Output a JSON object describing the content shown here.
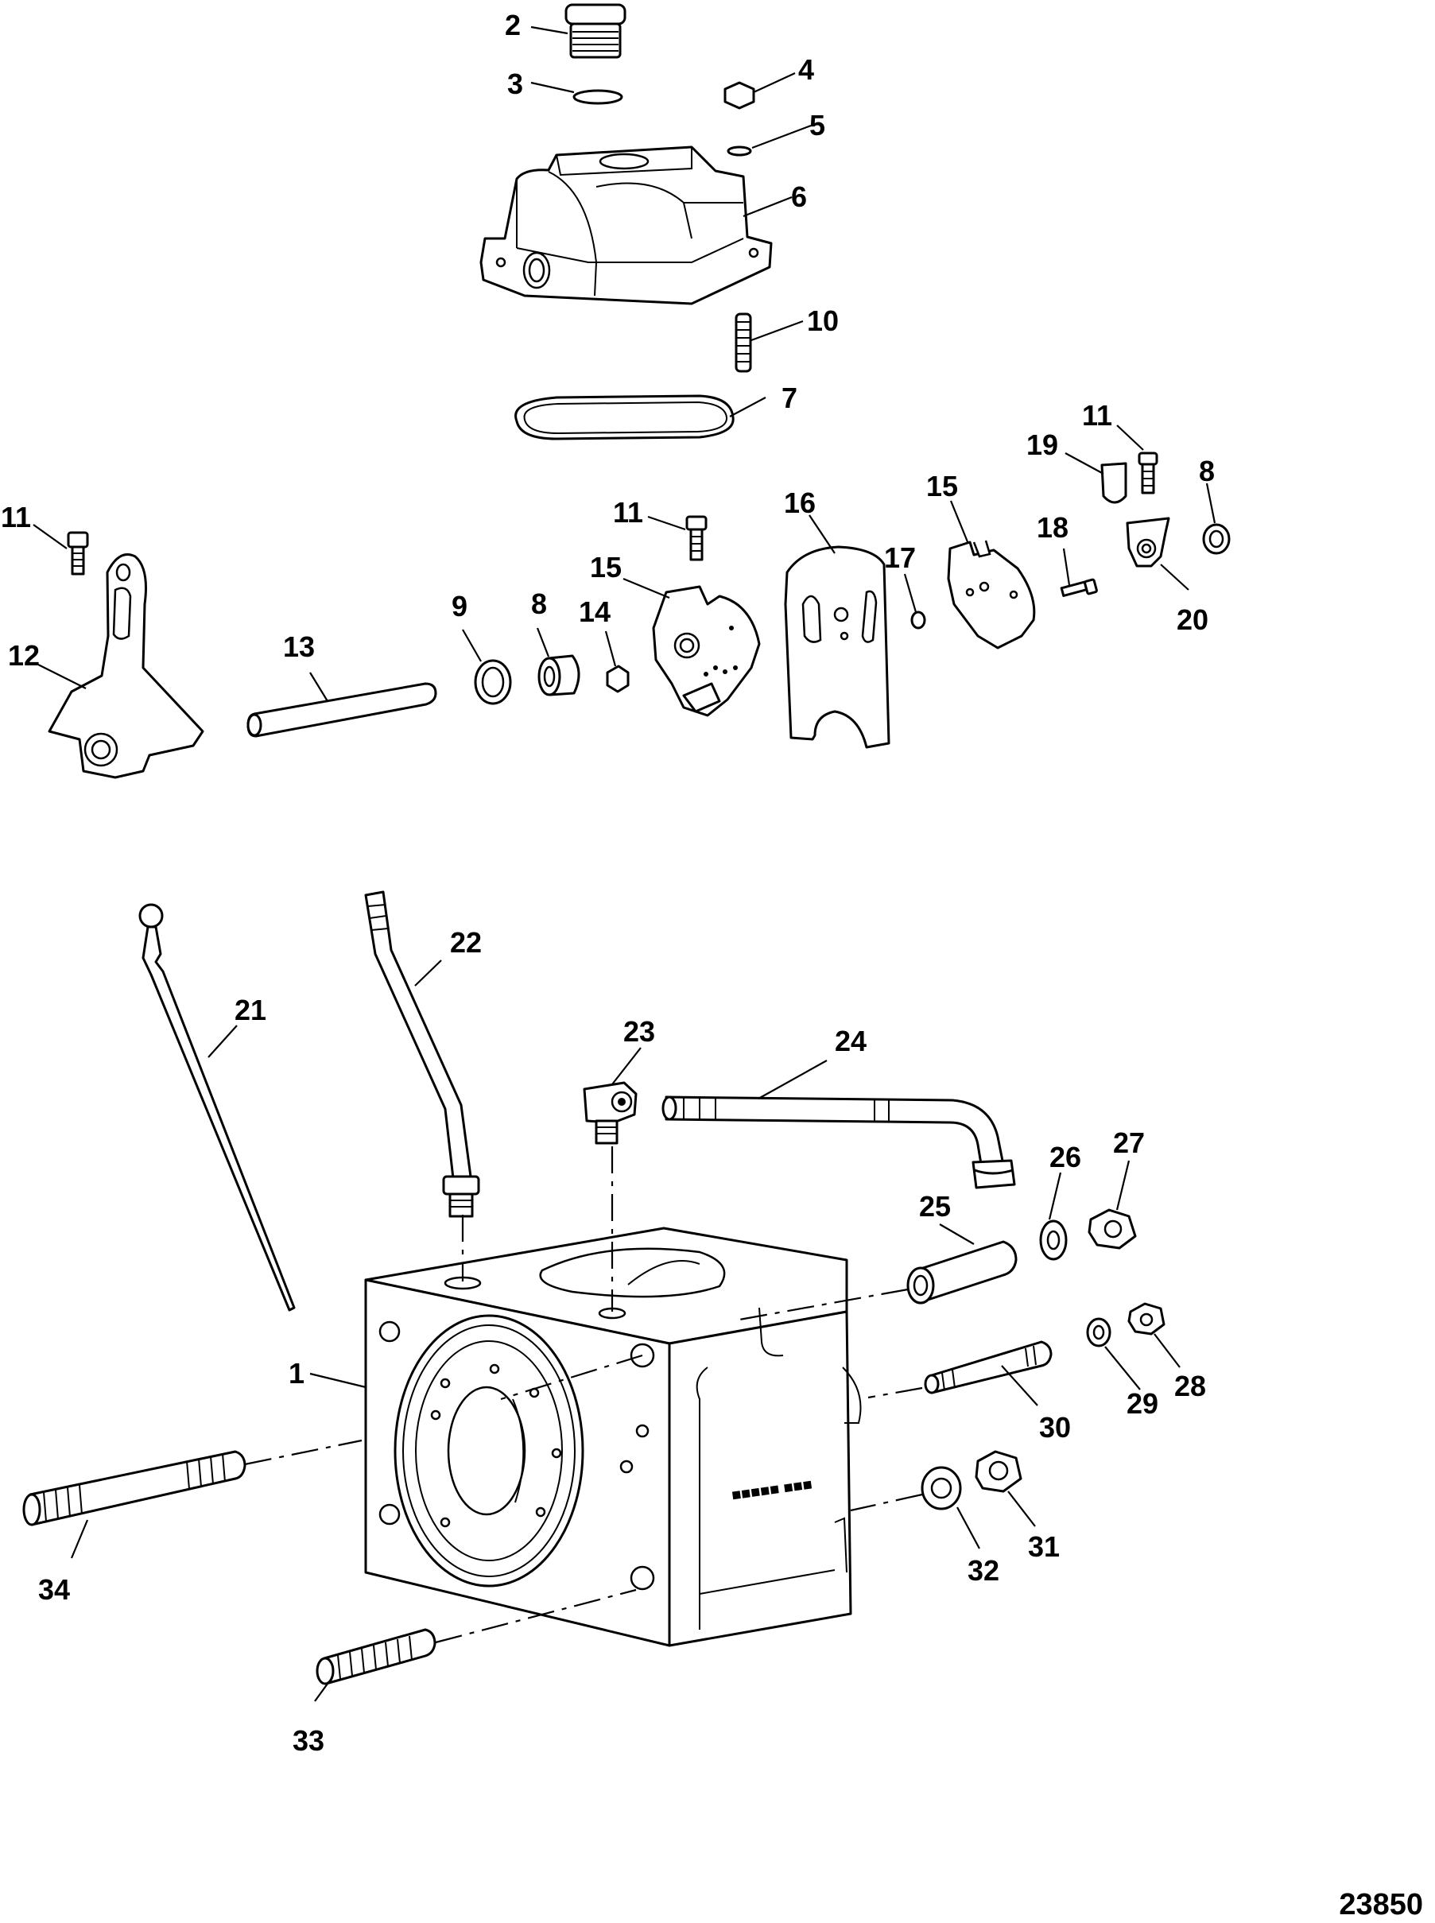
{
  "figure_number": "23850",
  "callouts": [
    "1",
    "2",
    "3",
    "4",
    "5",
    "6",
    "7",
    "8",
    "9",
    "10",
    "11",
    "12",
    "13",
    "14",
    "15",
    "16",
    "17",
    "18",
    "19",
    "20",
    "21",
    "22",
    "23",
    "24",
    "25",
    "26",
    "27",
    "28",
    "29",
    "30",
    "31",
    "32",
    "33",
    "34"
  ],
  "labels": [
    {
      "text": "2"
    },
    {
      "text": "3"
    },
    {
      "text": "4"
    },
    {
      "text": "5"
    },
    {
      "text": "6"
    },
    {
      "text": "10"
    },
    {
      "text": "7"
    },
    {
      "text": "11"
    },
    {
      "text": "19"
    },
    {
      "text": "8"
    },
    {
      "text": "11"
    },
    {
      "text": "11"
    },
    {
      "text": "16"
    },
    {
      "text": "15"
    },
    {
      "text": "18"
    },
    {
      "text": "17"
    },
    {
      "text": "15"
    },
    {
      "text": "20"
    },
    {
      "text": "9"
    },
    {
      "text": "8"
    },
    {
      "text": "14"
    },
    {
      "text": "12"
    },
    {
      "text": "13"
    },
    {
      "text": "22"
    },
    {
      "text": "21"
    },
    {
      "text": "23"
    },
    {
      "text": "24"
    },
    {
      "text": "26"
    },
    {
      "text": "27"
    },
    {
      "text": "25"
    },
    {
      "text": "1"
    },
    {
      "text": "29"
    },
    {
      "text": "28"
    },
    {
      "text": "30"
    },
    {
      "text": "34"
    },
    {
      "text": "32"
    },
    {
      "text": "31"
    },
    {
      "text": "33"
    }
  ]
}
